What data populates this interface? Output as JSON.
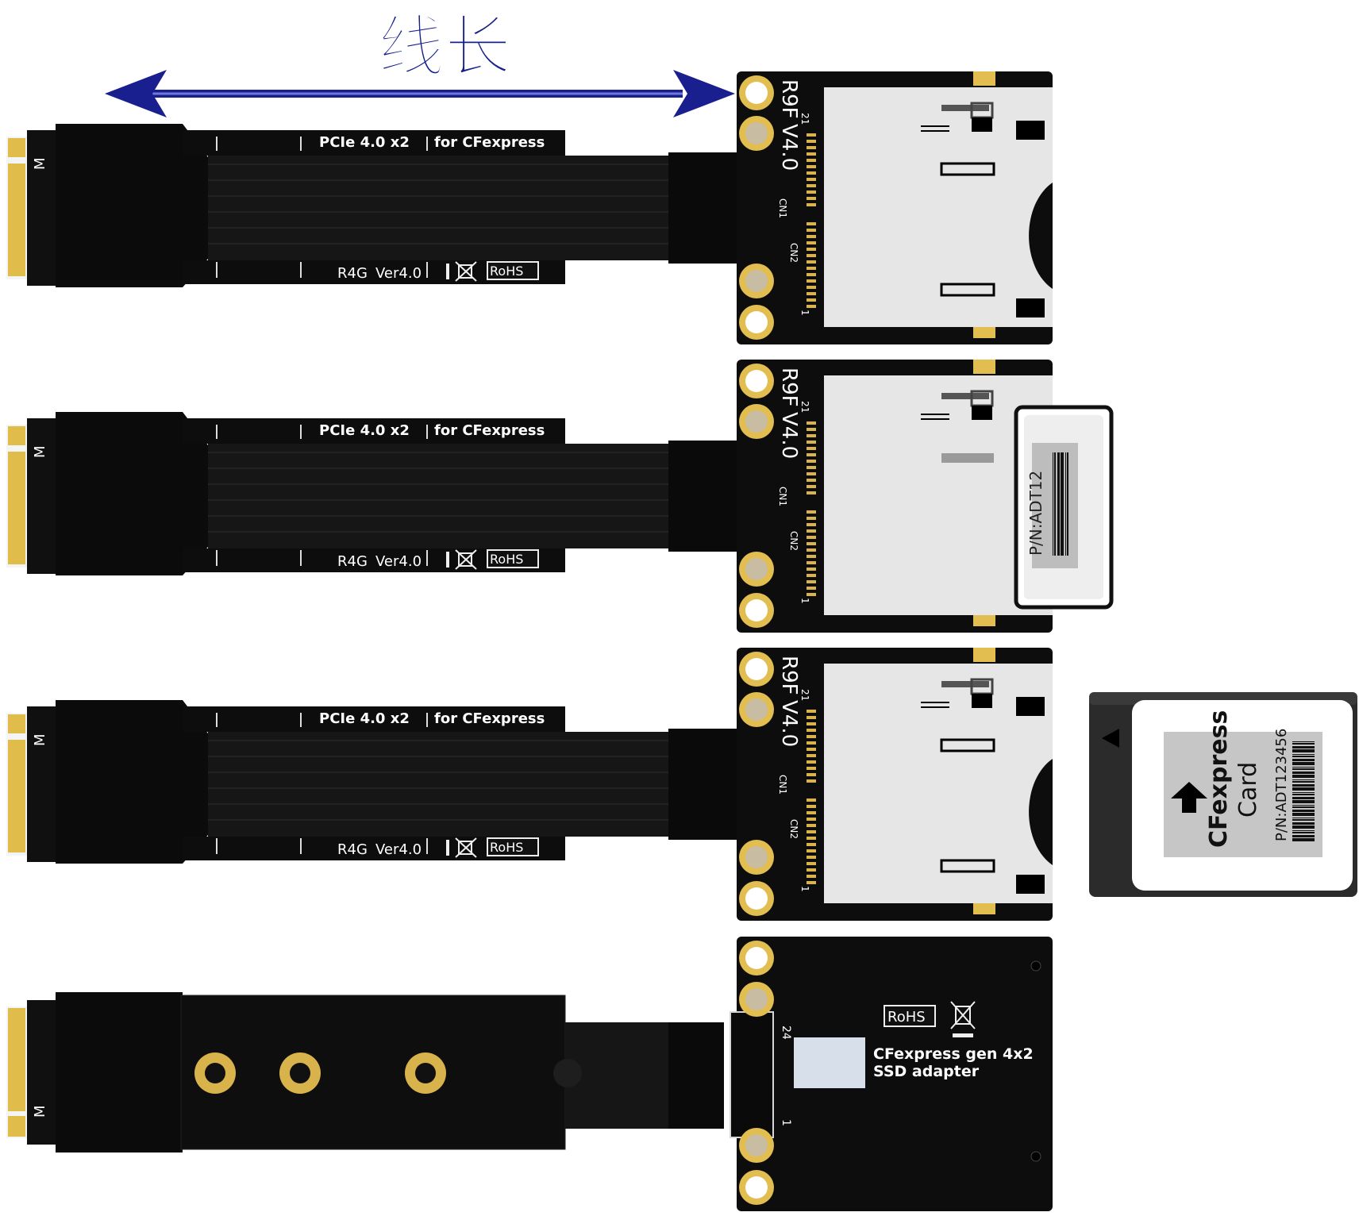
{
  "title": "线长",
  "colors": {
    "arrow": "#1a1f8f",
    "title": "#16208a",
    "pcb": "#0d0d0d",
    "ribbon": "#161616",
    "gold": "#d8b24a",
    "slot": "#e6e6e6",
    "card_body": "#2a2a2a",
    "card_label": "#cfcfcf"
  },
  "cable_labels": {
    "spec": "PCIe 4.0 x2",
    "purpose": "for CFexpress",
    "model": "R4G",
    "version": "Ver4.0",
    "rohs": "RoHS",
    "key": "M"
  },
  "adapter_labels": {
    "model": "R9F",
    "version": "V4.0",
    "pin21": "21",
    "cn1": "CN1",
    "cn2": "CN2",
    "pin1": "1"
  },
  "inserted_card": {
    "pn": "P/N:ADT12"
  },
  "card": {
    "line1": "CFexpress",
    "line2": "Card",
    "pn": "P/N:ADT123456"
  },
  "back_view": {
    "title_line1": "CFexpress gen 4x2",
    "title_line2": "SSD adapter",
    "rohs": "RoHS",
    "pin24": "24",
    "pin1": "1",
    "key": "M"
  }
}
